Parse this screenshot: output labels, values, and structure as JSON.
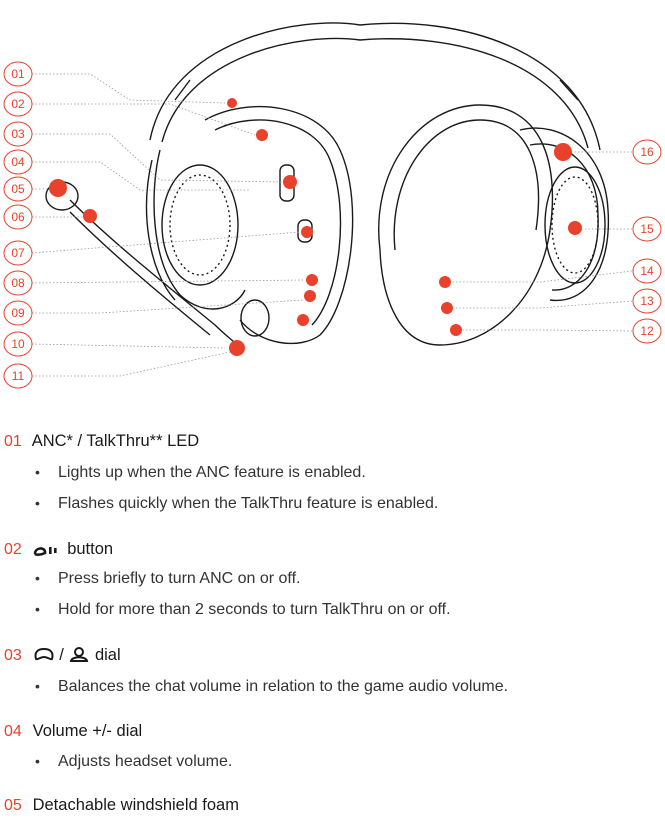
{
  "callouts": [
    "01",
    "02",
    "03",
    "04",
    "05",
    "06",
    "07",
    "08",
    "09",
    "10",
    "11",
    "16",
    "15",
    "14",
    "13",
    "12"
  ],
  "colors": {
    "accent": "#e8412c",
    "outline": "#1a1a1a"
  },
  "sections": [
    {
      "num": "01",
      "title": "ANC* / TalkThru** LED",
      "bullets": [
        "Lights up when the ANC feature is enabled.",
        "Flashes quickly when the TalkThru feature is enabled."
      ]
    },
    {
      "num": "02",
      "icon": "anc-button-icon",
      "title": "button",
      "bullets": [
        "Press briefly to turn ANC on or off.",
        "Hold for more than 2 seconds to turn TalkThru on or off."
      ]
    },
    {
      "num": "03",
      "icon": "game-chat-dial-icon",
      "sep": "/",
      "title": "dial",
      "bullets": [
        "Balances the chat volume in relation to the game audio volume."
      ]
    },
    {
      "num": "04",
      "title": "Volume +/- dial",
      "bullets": [
        "Adjusts headset volume."
      ]
    },
    {
      "num": "05",
      "title": "Detachable windshield foam",
      "bullets": []
    }
  ]
}
